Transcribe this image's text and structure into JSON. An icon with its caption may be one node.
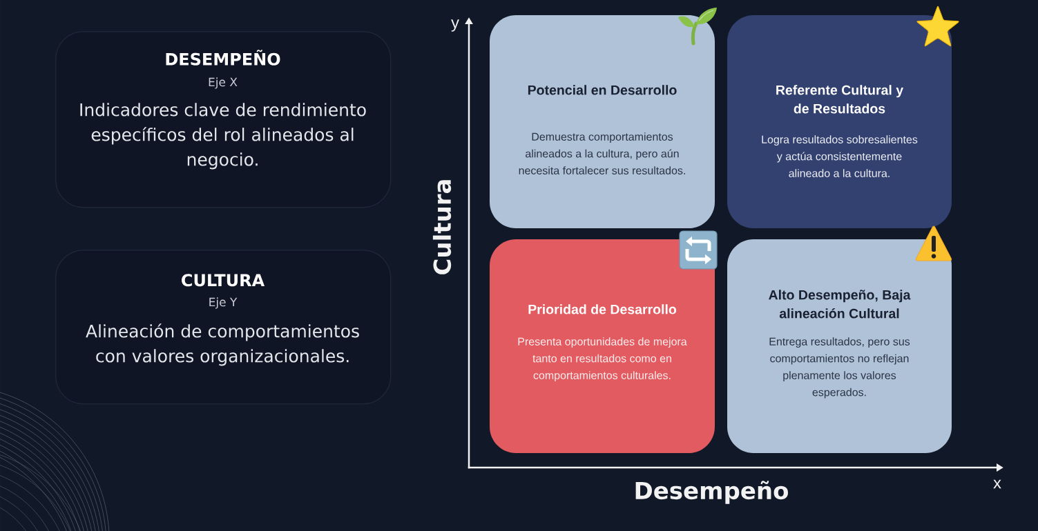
{
  "diagram": {
    "nodes": [
      {
        "text": [
          "DESEMPEÑO",
          "Eje X",
          "Indicadores clave de rendimiento específicos del rol alineados al negocio."
        ]
      },
      {
        "text": [
          "CULTURA",
          "Eje Y",
          "Alineación de comportamientos con valores organizacionales."
        ]
      },
      {
        "text": [
          "Potencial en Desarrollo",
          "Demuestra comportamientos alineados a la cultura, pero aún necesita fortalecer sus resultados."
        ]
      },
      {
        "text": [
          "Referente Cultural y de Resultados",
          "Logra resultados sobresalientes y actúa consistentemente alineado a la cultura."
        ]
      },
      {
        "text": [
          "Prioridad de Desarrollo",
          "Presenta oportunidades de mejora tanto en resultados como en comportamientos culturales."
        ]
      },
      {
        "text": [
          "Alto Desempeño, Baja alineación Cultural",
          "Entrega resultados, pero sus comportamientos no reflejan plenamente los valores esperados."
        ]
      }
    ],
    "labels": [
      "y",
      "Cultura",
      "Desempeño",
      "x"
    ]
  }
}
